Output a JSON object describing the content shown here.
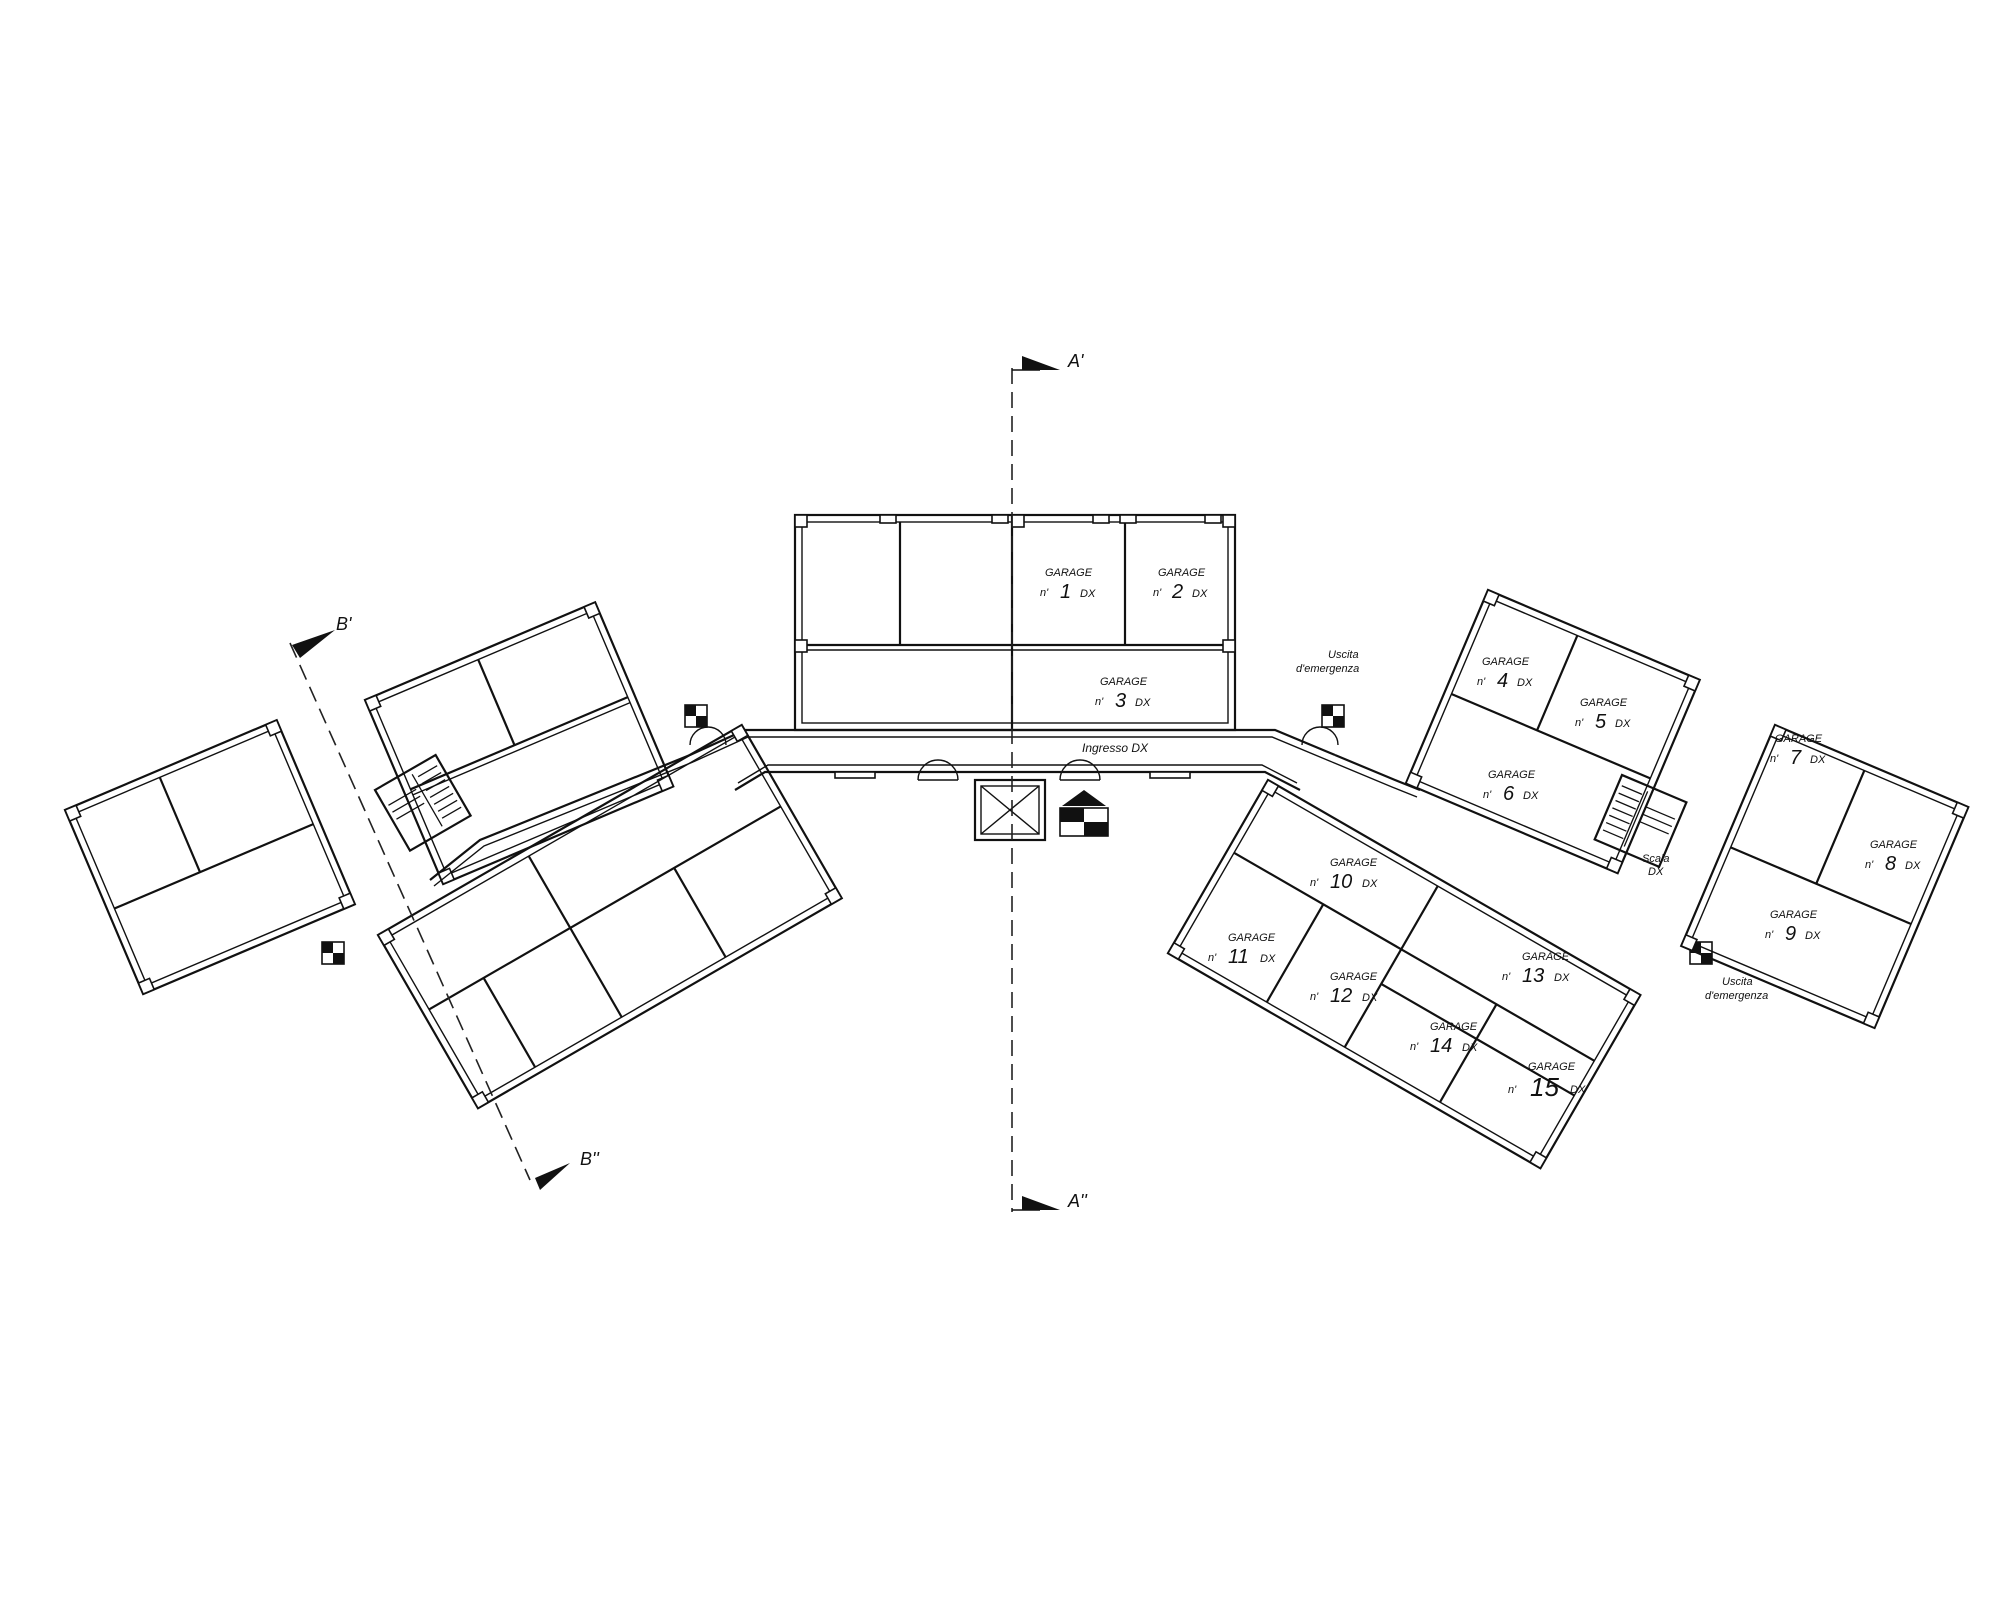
{
  "section_markers": {
    "a_top": "A'",
    "a_bottom": "A''",
    "b_top": "B'",
    "b_bottom": "B''"
  },
  "labels": {
    "ingresso": "Ingresso DX",
    "scala_1": "Scala",
    "scala_2": "DX",
    "uscita_1a": "Uscita",
    "uscita_1b": "d'emergenza",
    "uscita_2a": "Uscita",
    "uscita_2b": "d'emergenza"
  },
  "garages": [
    {
      "word": "GARAGE",
      "prefix": "n'",
      "num": "1",
      "suffix": "DX"
    },
    {
      "word": "GARAGE",
      "prefix": "n'",
      "num": "2",
      "suffix": "DX"
    },
    {
      "word": "GARAGE",
      "prefix": "n'",
      "num": "3",
      "suffix": "DX"
    },
    {
      "word": "GARAGE",
      "prefix": "n'",
      "num": "4",
      "suffix": "DX"
    },
    {
      "word": "GARAGE",
      "prefix": "n'",
      "num": "5",
      "suffix": "DX"
    },
    {
      "word": "GARAGE",
      "prefix": "n'",
      "num": "6",
      "suffix": "DX"
    },
    {
      "word": "GARAGE",
      "prefix": "n'",
      "num": "7",
      "suffix": "DX"
    },
    {
      "word": "GARAGE",
      "prefix": "n'",
      "num": "8",
      "suffix": "DX"
    },
    {
      "word": "GARAGE",
      "prefix": "n'",
      "num": "9",
      "suffix": "DX"
    },
    {
      "word": "GARAGE",
      "prefix": "n'",
      "num": "10",
      "suffix": "DX"
    },
    {
      "word": "GARAGE",
      "prefix": "n'",
      "num": "11",
      "suffix": "DX"
    },
    {
      "word": "GARAGE",
      "prefix": "n'",
      "num": "12",
      "suffix": "DX"
    },
    {
      "word": "GARAGE",
      "prefix": "n'",
      "num": "13",
      "suffix": "DX"
    },
    {
      "word": "GARAGE",
      "prefix": "n'",
      "num": "14",
      "suffix": "DX"
    },
    {
      "word": "GARAGE",
      "prefix": "n'",
      "num": "15",
      "suffix": "DX"
    }
  ]
}
